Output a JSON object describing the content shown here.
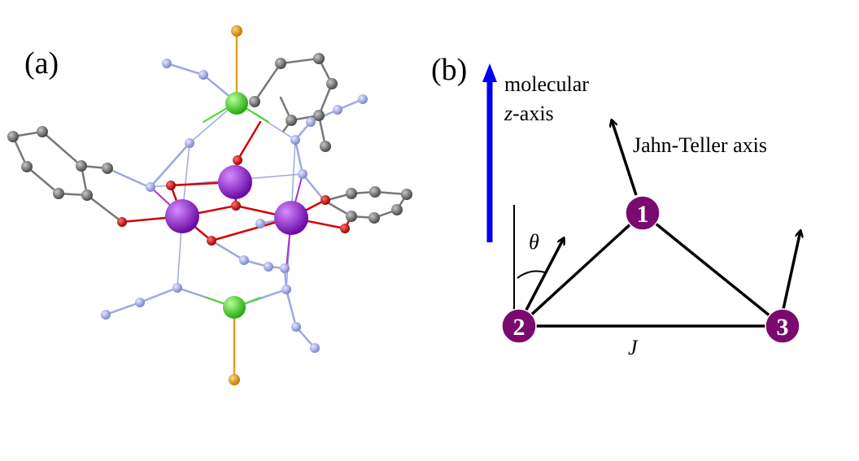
{
  "panel_a": {
    "label": "(a)",
    "colors": {
      "carbon": "#6f6f6f",
      "nitrogen": "#9fa8e0",
      "oxygen": "#d20000",
      "manganese": "#9a1fd6",
      "nickel": "#44dd22",
      "chlorine": "#e0a020"
    }
  },
  "panel_b": {
    "label": "(b)",
    "molecular_axis_line1": "molecular",
    "molecular_axis_z": "z",
    "molecular_axis_rest": "-axis",
    "jahn_teller_label": "Jahn-Teller axis",
    "theta": "θ",
    "coupling": "J",
    "sites": [
      "1",
      "2",
      "3"
    ],
    "colors": {
      "site_fill": "#7a0a6e",
      "axis_arrow": "#0000ee",
      "edges": "#000000"
    }
  }
}
